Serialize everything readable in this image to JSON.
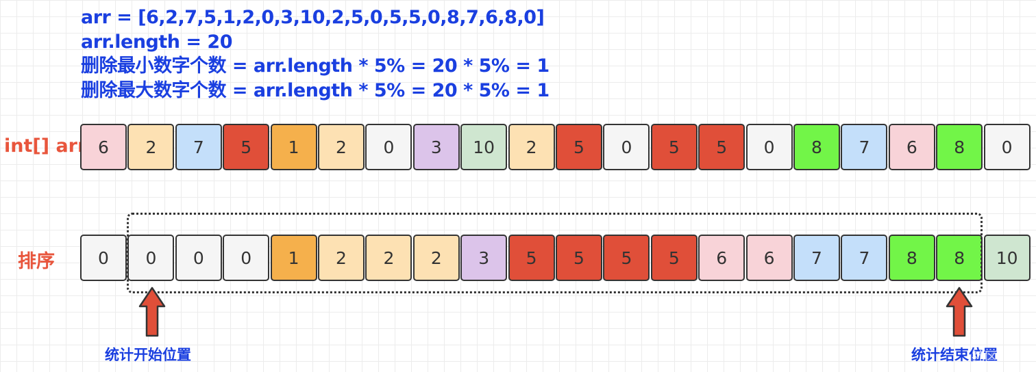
{
  "notes": [
    "arr = [6,2,7,5,1,2,0,3,10,2,5,0,5,5,0,8,7,6,8,0]",
    "arr.length = 20",
    "删除最小数字个数 = arr.length * 5% = 20 * 5% = 1",
    "删除最大数字个数 = arr.length * 5% = 20 * 5% = 1"
  ],
  "labels": {
    "arr": "int[] arr",
    "sorted": "排序"
  },
  "colors": {
    "0": "#f5f5f5",
    "1": "#f5b04c",
    "2": "#fde1b3",
    "3": "#dcc4ea",
    "5": "#e04f39",
    "6": "#f8d3d8",
    "7": "#c4dffa",
    "8": "#72f548",
    "10": "#cfe6d0"
  },
  "arr_values": [
    6,
    2,
    7,
    5,
    1,
    2,
    0,
    3,
    10,
    2,
    5,
    0,
    5,
    5,
    0,
    8,
    7,
    6,
    8,
    0
  ],
  "sorted_values": [
    0,
    0,
    0,
    0,
    1,
    2,
    2,
    2,
    3,
    5,
    5,
    5,
    5,
    6,
    6,
    7,
    7,
    8,
    8,
    10
  ],
  "captions": {
    "start": "统计开始位置",
    "end": "统计结束位置"
  },
  "watermark": "社区",
  "icons": {
    "arrow": "up-arrow-icon"
  }
}
